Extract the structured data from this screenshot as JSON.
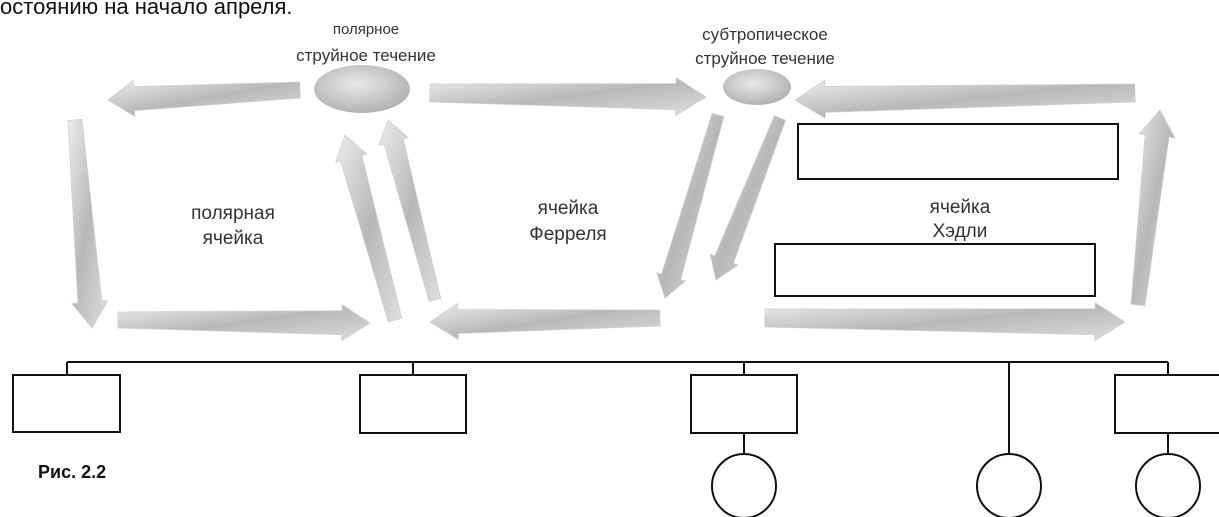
{
  "top_text": "остоянию на начало апреля.",
  "labels": {
    "polar_jet": {
      "line1": "полярное",
      "line2": "струйное течение"
    },
    "subtropical_jet": {
      "line1": "субтропическое",
      "line2": "струйное течение"
    },
    "polar_cell": {
      "line1": "полярная",
      "line2": "ячейка"
    },
    "ferrel_cell": {
      "line1": "ячейка",
      "line2": "Ферреля"
    },
    "hadley_cell": {
      "line1": "ячейка",
      "line2": "Хэдли"
    }
  },
  "caption": "Рис. 2.2",
  "colors": {
    "arrow": "#bdbdbd",
    "arrow_light": "#e8e8e8",
    "line": "#111111"
  }
}
